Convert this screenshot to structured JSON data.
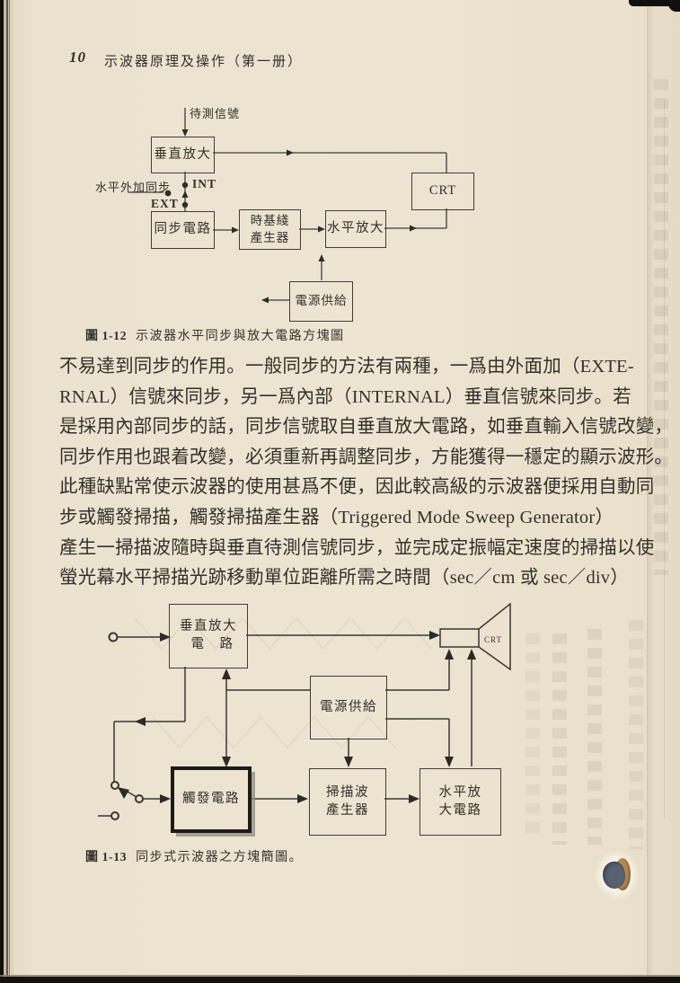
{
  "page": {
    "number": "10",
    "header_title": "示波器原理及操作（第一册）"
  },
  "figure_1_12": {
    "caption_label": "圖 1-12",
    "caption_text": "示波器水平同步與放大電路方塊圖",
    "labels": {
      "input_signal": "待測信號",
      "external_sync": "水平外加同步",
      "int": "INT",
      "ext": "EXT"
    },
    "blocks": {
      "vertical_amplifier": "垂直放大",
      "sync_circuit": "同步電路",
      "timebase_generator_line1": "時基綫",
      "timebase_generator_line2": "產生器",
      "horizontal_amplifier": "水平放大",
      "crt": "CRT",
      "power_supply": "電源供給"
    }
  },
  "body_text": {
    "lines": [
      "不易達到同步的作用。一般同步的方法有兩種，一爲由外面加（EXTE-",
      "RNAL）信號來同步，另一爲內部（INTERNAL）垂直信號來同步。若",
      "是採用內部同步的話，同步信號取自垂直放大電路，如垂直輸入信號改變，",
      "同步作用也跟着改變，必須重新再調整同步，方能獲得一穩定的顯示波形。",
      "此種缺點常使示波器的使用甚爲不便，因此較高級的示波器便採用自動同",
      "步或觸發掃描，觸發掃描產生器（Triggered Mode Sweep Generator）",
      "產生一掃描波隨時與垂直待測信號同步，並完成定振幅定速度的掃描以使",
      "螢光幕水平掃描光跡移動單位距離所需之時間（sec／cm 或 sec／div）"
    ]
  },
  "figure_1_13": {
    "caption_label": "圖 1-13",
    "caption_text": "同步式示波器之方塊簡圖。",
    "blocks": {
      "vertical_amplifier_line1": "垂直放大",
      "vertical_amplifier_line2": "電　路",
      "power_supply": "電源供給",
      "trigger_circuit": "觸發電路",
      "sweep_generator_line1": "掃描波",
      "sweep_generator_line2": "產生器",
      "horizontal_amplifier_line1": "水平放",
      "horizontal_amplifier_line2": "大電路",
      "crt": "CRT"
    }
  },
  "colors": {
    "paper": "#ebe2cf",
    "ink": "#33302a",
    "diagram_line": "#3f3c35"
  }
}
